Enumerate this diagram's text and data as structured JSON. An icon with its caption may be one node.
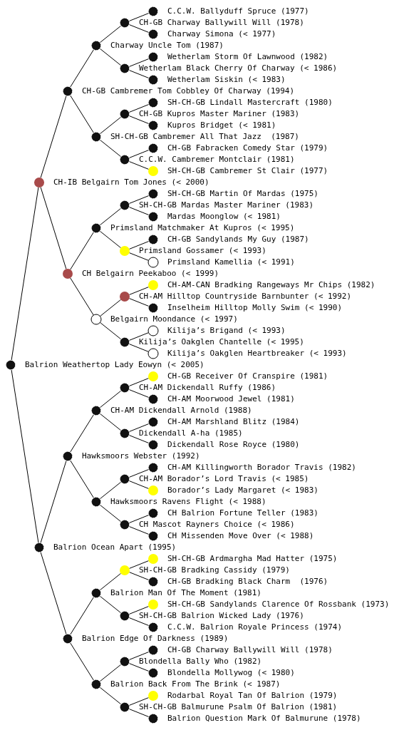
{
  "diagram": {
    "nodes": [
      {
        "text": [
          "C.C.W. Ballyduff Spruce (1977)"
        ]
      },
      {
        "text": [
          "CH-GB Charway Ballywill Will (1978)"
        ]
      },
      {
        "text": [
          "Charway Simona (< 1977)"
        ]
      },
      {
        "text": [
          "Charway Uncle Tom (1987)"
        ]
      },
      {
        "text": [
          "Wetherlam Storm Of Lawnwood (1982)"
        ]
      },
      {
        "text": [
          "Wetherlam Black Cherry Of Charway (< 1986)"
        ]
      },
      {
        "text": [
          "Wetherlam Siskin (< 1983)"
        ]
      },
      {
        "text": [
          "CH-GB Cambremer Tom Cobbley Of Charway (1994)"
        ]
      },
      {
        "text": [
          "SH-CH-GB Lindall Mastercraft (1980)"
        ]
      },
      {
        "text": [
          "CH-GB Kupros Master Mariner (1983)"
        ]
      },
      {
        "text": [
          "Kupros Bridget (< 1981)"
        ]
      },
      {
        "text": [
          "SH-CH-GB Cambremer All That Jazz  (1987)"
        ]
      },
      {
        "text": [
          "CH-GB Fabracken Comedy Star (1979)"
        ]
      },
      {
        "text": [
          "C.C.W. Cambremer Montclair (1981)"
        ]
      },
      {
        "text": [
          "SH-CH-GB Cambremer St Clair (1977)"
        ]
      },
      {
        "text": [
          "CH-IB Belgairn Tom Jones (< 2000)"
        ]
      },
      {
        "text": [
          "SH-CH-GB Martin Of Mardas (1975)"
        ]
      },
      {
        "text": [
          "SH-CH-GB Mardas Master Mariner (1983)"
        ]
      },
      {
        "text": [
          "Mardas Moonglow (< 1981)"
        ]
      },
      {
        "text": [
          "Primsland Matchmaker At Kupros (< 1995)"
        ]
      },
      {
        "text": [
          "CH-GB Sandylands My Guy (1987)"
        ]
      },
      {
        "text": [
          "Primsland Gossamer (< 1993)"
        ]
      },
      {
        "text": [
          "Primsland Kamellia (< 1991)"
        ]
      },
      {
        "text": [
          "CH Belgairn Peekaboo (< 1999)"
        ]
      },
      {
        "text": [
          "CH-AM-CAN Bradking Rangeways Mr Chips (1982)"
        ]
      },
      {
        "text": [
          "CH-AM Hilltop Countryside Barnbunter (< 1992)"
        ]
      },
      {
        "text": [
          "Inselheim Hilltop Molly Swim (< 1990)"
        ]
      },
      {
        "text": [
          "Belgairn Moondance (< 1997)"
        ]
      },
      {
        "text": [
          "Kilija’s Brigand (< 1993)"
        ]
      },
      {
        "text": [
          "Kilija’s Oakglen Chantelle (< 1995)"
        ]
      },
      {
        "text": [
          "Kilija’s Oakglen Heartbreaker (< 1993)"
        ]
      },
      {
        "text": [
          "Balrion Weathertop Lady Eowyn (< 2005)"
        ]
      },
      {
        "text": [
          "CH-GB Receiver Of Cranspire (1981)"
        ]
      },
      {
        "text": [
          "CH-AM Dickendall Ruffy (1986)"
        ]
      },
      {
        "text": [
          "CH-AM Moorwood Jewel (1981)"
        ]
      },
      {
        "text": [
          "CH-AM Dickendall Arnold (1988)"
        ]
      },
      {
        "text": [
          "CH-AM Marshland Blitz (1984)"
        ]
      },
      {
        "text": [
          "Dickendall A-ha (1985)"
        ]
      },
      {
        "text": [
          "Dickendall Rose Royce (1980)"
        ]
      },
      {
        "text": [
          "Hawksmoors Webster (1992)"
        ]
      },
      {
        "text": [
          "CH-AM Killingworth Borador Travis (1982)"
        ]
      },
      {
        "text": [
          "CH-AM Borador’s Lord Travis (< 1985)"
        ]
      },
      {
        "text": [
          "Borador’s Lady Margaret (< 1983)"
        ]
      },
      {
        "text": [
          "Hawksmoors Ravens Flight (< 1988)"
        ]
      },
      {
        "text": [
          "CH Balrion Fortune Teller (1983)"
        ]
      },
      {
        "text": [
          "CH Mascot Rayners Choice (< 1986)"
        ]
      },
      {
        "text": [
          "CH Missenden Move Over (< 1988)"
        ]
      },
      {
        "text": [
          "Balrion Ocean Apart (1995)"
        ]
      },
      {
        "text": [
          "SH-CH-GB Ardmargha Mad Hatter (1975)"
        ]
      },
      {
        "text": [
          "SH-CH-GB Bradking Cassidy (1979)"
        ]
      },
      {
        "text": [
          "CH-GB Bradking Black Charm  (1976)"
        ]
      },
      {
        "text": [
          "Balrion Man Of The Moment (1981)"
        ]
      },
      {
        "text": [
          "SH-CH-GB Sandylands Clarence Of Rossbank (1973)"
        ]
      },
      {
        "text": [
          "SH-CH-GB Balrion Wicked Lady (1976)"
        ]
      },
      {
        "text": [
          "C.C.W. Balrion Royale Princess (1974)"
        ]
      },
      {
        "text": [
          "Balrion Edge Of Darkness (1989)"
        ]
      },
      {
        "text": [
          "CH-GB Charway Ballywill Will (1978)"
        ]
      },
      {
        "text": [
          "Blondella Bally Who (1982)"
        ]
      },
      {
        "text": [
          "Blondella Mollywog (< 1980)"
        ]
      },
      {
        "text": [
          "Balrion Back From The Brink (< 1987)"
        ]
      },
      {
        "text": [
          "Rodarbal Royal Tan Of Balrion (1979)"
        ]
      },
      {
        "text": [
          "SH-CH-GB Balmurune Psalm Of Balrion (1981)"
        ]
      },
      {
        "text": [
          "Balrion Question Mark Of Balmurune (1978)"
        ]
      }
    ],
    "edges": [
      {
        "from": 1,
        "to": 0,
        "arrow": "none"
      },
      {
        "from": 3,
        "to": 1,
        "arrow": "none"
      },
      {
        "from": 1,
        "to": 2,
        "arrow": "none"
      },
      {
        "from": 7,
        "to": 3,
        "arrow": "none"
      },
      {
        "from": 5,
        "to": 4,
        "arrow": "none"
      },
      {
        "from": 3,
        "to": 5,
        "arrow": "none"
      },
      {
        "from": 5,
        "to": 6,
        "arrow": "none"
      },
      {
        "from": 15,
        "to": 7,
        "arrow": "none"
      },
      {
        "from": 9,
        "to": 8,
        "arrow": "none"
      },
      {
        "from": 11,
        "to": 9,
        "arrow": "none"
      },
      {
        "from": 9,
        "to": 10,
        "arrow": "none"
      },
      {
        "from": 7,
        "to": 11,
        "arrow": "none"
      },
      {
        "from": 13,
        "to": 12,
        "arrow": "none"
      },
      {
        "from": 11,
        "to": 13,
        "arrow": "none"
      },
      {
        "from": 13,
        "to": 14,
        "arrow": "none"
      },
      {
        "from": 31,
        "to": 15,
        "arrow": "none"
      },
      {
        "from": 17,
        "to": 16,
        "arrow": "none"
      },
      {
        "from": 19,
        "to": 17,
        "arrow": "none"
      },
      {
        "from": 17,
        "to": 18,
        "arrow": "none"
      },
      {
        "from": 23,
        "to": 19,
        "arrow": "none"
      },
      {
        "from": 21,
        "to": 20,
        "arrow": "none"
      },
      {
        "from": 19,
        "to": 21,
        "arrow": "none"
      },
      {
        "from": 21,
        "to": 22,
        "arrow": "none"
      },
      {
        "from": 15,
        "to": 23,
        "arrow": "none"
      },
      {
        "from": 25,
        "to": 24,
        "arrow": "none"
      },
      {
        "from": 27,
        "to": 25,
        "arrow": "none"
      },
      {
        "from": 25,
        "to": 26,
        "arrow": "none"
      },
      {
        "from": 23,
        "to": 27,
        "arrow": "none"
      },
      {
        "from": 29,
        "to": 28,
        "arrow": "none"
      },
      {
        "from": 27,
        "to": 29,
        "arrow": "none"
      },
      {
        "from": 29,
        "to": 30,
        "arrow": "none"
      },
      {
        "from": 33,
        "to": 32,
        "arrow": "none"
      },
      {
        "from": 35,
        "to": 33,
        "arrow": "none"
      },
      {
        "from": 33,
        "to": 34,
        "arrow": "none"
      },
      {
        "from": 39,
        "to": 35,
        "arrow": "none"
      },
      {
        "from": 37,
        "to": 36,
        "arrow": "none"
      },
      {
        "from": 35,
        "to": 37,
        "arrow": "none"
      },
      {
        "from": 37,
        "to": 38,
        "arrow": "none"
      },
      {
        "from": 47,
        "to": 39,
        "arrow": "none"
      },
      {
        "from": 41,
        "to": 40,
        "arrow": "none"
      },
      {
        "from": 43,
        "to": 41,
        "arrow": "none"
      },
      {
        "from": 41,
        "to": 42,
        "arrow": "none"
      },
      {
        "from": 39,
        "to": 43,
        "arrow": "none"
      },
      {
        "from": 45,
        "to": 44,
        "arrow": "none"
      },
      {
        "from": 43,
        "to": 45,
        "arrow": "none"
      },
      {
        "from": 45,
        "to": 46,
        "arrow": "none"
      },
      {
        "from": 31,
        "to": 47,
        "arrow": "none"
      },
      {
        "from": 49,
        "to": 48,
        "arrow": "none"
      },
      {
        "from": 51,
        "to": 49,
        "arrow": "none"
      },
      {
        "from": 49,
        "to": 50,
        "arrow": "none"
      },
      {
        "from": 55,
        "to": 51,
        "arrow": "none"
      },
      {
        "from": 53,
        "to": 52,
        "arrow": "none"
      },
      {
        "from": 51,
        "to": 53,
        "arrow": "none"
      },
      {
        "from": 53,
        "to": 54,
        "arrow": "none"
      },
      {
        "from": 47,
        "to": 55,
        "arrow": "none"
      },
      {
        "from": 57,
        "to": 56,
        "arrow": "none"
      },
      {
        "from": 59,
        "to": 57,
        "arrow": "none"
      },
      {
        "from": 57,
        "to": 58,
        "arrow": "none"
      },
      {
        "from": 55,
        "to": 59,
        "arrow": "none"
      },
      {
        "from": 61,
        "to": 60,
        "arrow": "none"
      },
      {
        "from": 59,
        "to": 61,
        "arrow": "none"
      },
      {
        "from": 61,
        "to": 62,
        "arrow": "none"
      }
    ]
  }
}
